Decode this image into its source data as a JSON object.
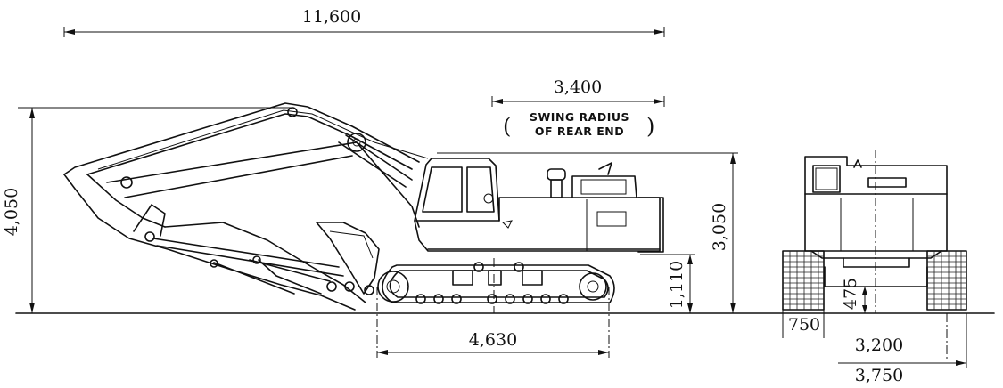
{
  "dimensions": {
    "overall_length": "11,600",
    "rear_swing_length": "3,400",
    "swing_radius_line1": "SWING RADIUS",
    "swing_radius_line2": "OF REAR END",
    "overall_height": "4,050",
    "cab_height": "3,050",
    "counterweight_clearance": "1,110",
    "tumbler_distance": "4,630",
    "ground_clearance": "475",
    "shoe_width": "750",
    "track_gauge": "3,200",
    "overall_width": "3,750"
  }
}
